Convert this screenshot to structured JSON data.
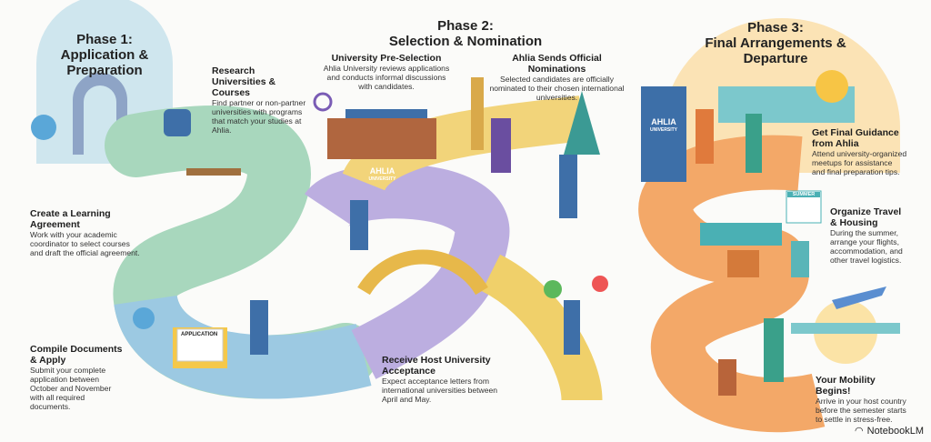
{
  "phases": [
    {
      "title_line1": "Phase 1:",
      "title_line2": "Application &",
      "title_line3": "Preparation",
      "steps": [
        {
          "heading": "Research Universities & Courses",
          "text": "Find partner or non-partner universities with programs that match your studies at Ahlia."
        },
        {
          "heading": "Create a Learning Agreement",
          "text": "Work with your academic coordinator to select courses and draft the official agreement."
        },
        {
          "heading": "Compile Documents & Apply",
          "text": "Submit your complete application between October and November with all required documents."
        }
      ]
    },
    {
      "title_line1": "Phase 2:",
      "title_line2": "Selection & Nomination",
      "steps": [
        {
          "heading": "University Pre-Selection",
          "text": "Ahlia University reviews applications and conducts informal discussions with candidates."
        },
        {
          "heading": "Ahlia Sends Official Nominations",
          "text": "Selected candidates are officially nominated to their chosen international universities."
        },
        {
          "heading": "Receive Host University Acceptance",
          "text": "Expect acceptance letters from international universities between April and May."
        }
      ]
    },
    {
      "title_line1": "Phase 3:",
      "title_line2": "Final Arrangements & Departure",
      "steps": [
        {
          "heading": "Get Final Guidance from Ahlia",
          "text": "Attend university-organized meetups for assistance and final preparation tips."
        },
        {
          "heading": "Organize Travel & Housing",
          "text": "During the summer, arrange your flights, accommodation, and other travel logistics."
        },
        {
          "heading": "Your Mobility Begins!",
          "text": "Arrive in your host country before the semester starts to settle in stress-free."
        }
      ]
    }
  ],
  "illustration_labels": {
    "application": "APPLICATION",
    "university": "AHLIA",
    "university_sub": "UNIVERSITY",
    "calendar": "SUMMER"
  },
  "brand": "NotebookLM",
  "colors": {
    "phase1": "#9fd0b0",
    "phase2": "#b8a6dc",
    "phase3": "#f2a466",
    "sky": "#cfe6ee"
  }
}
